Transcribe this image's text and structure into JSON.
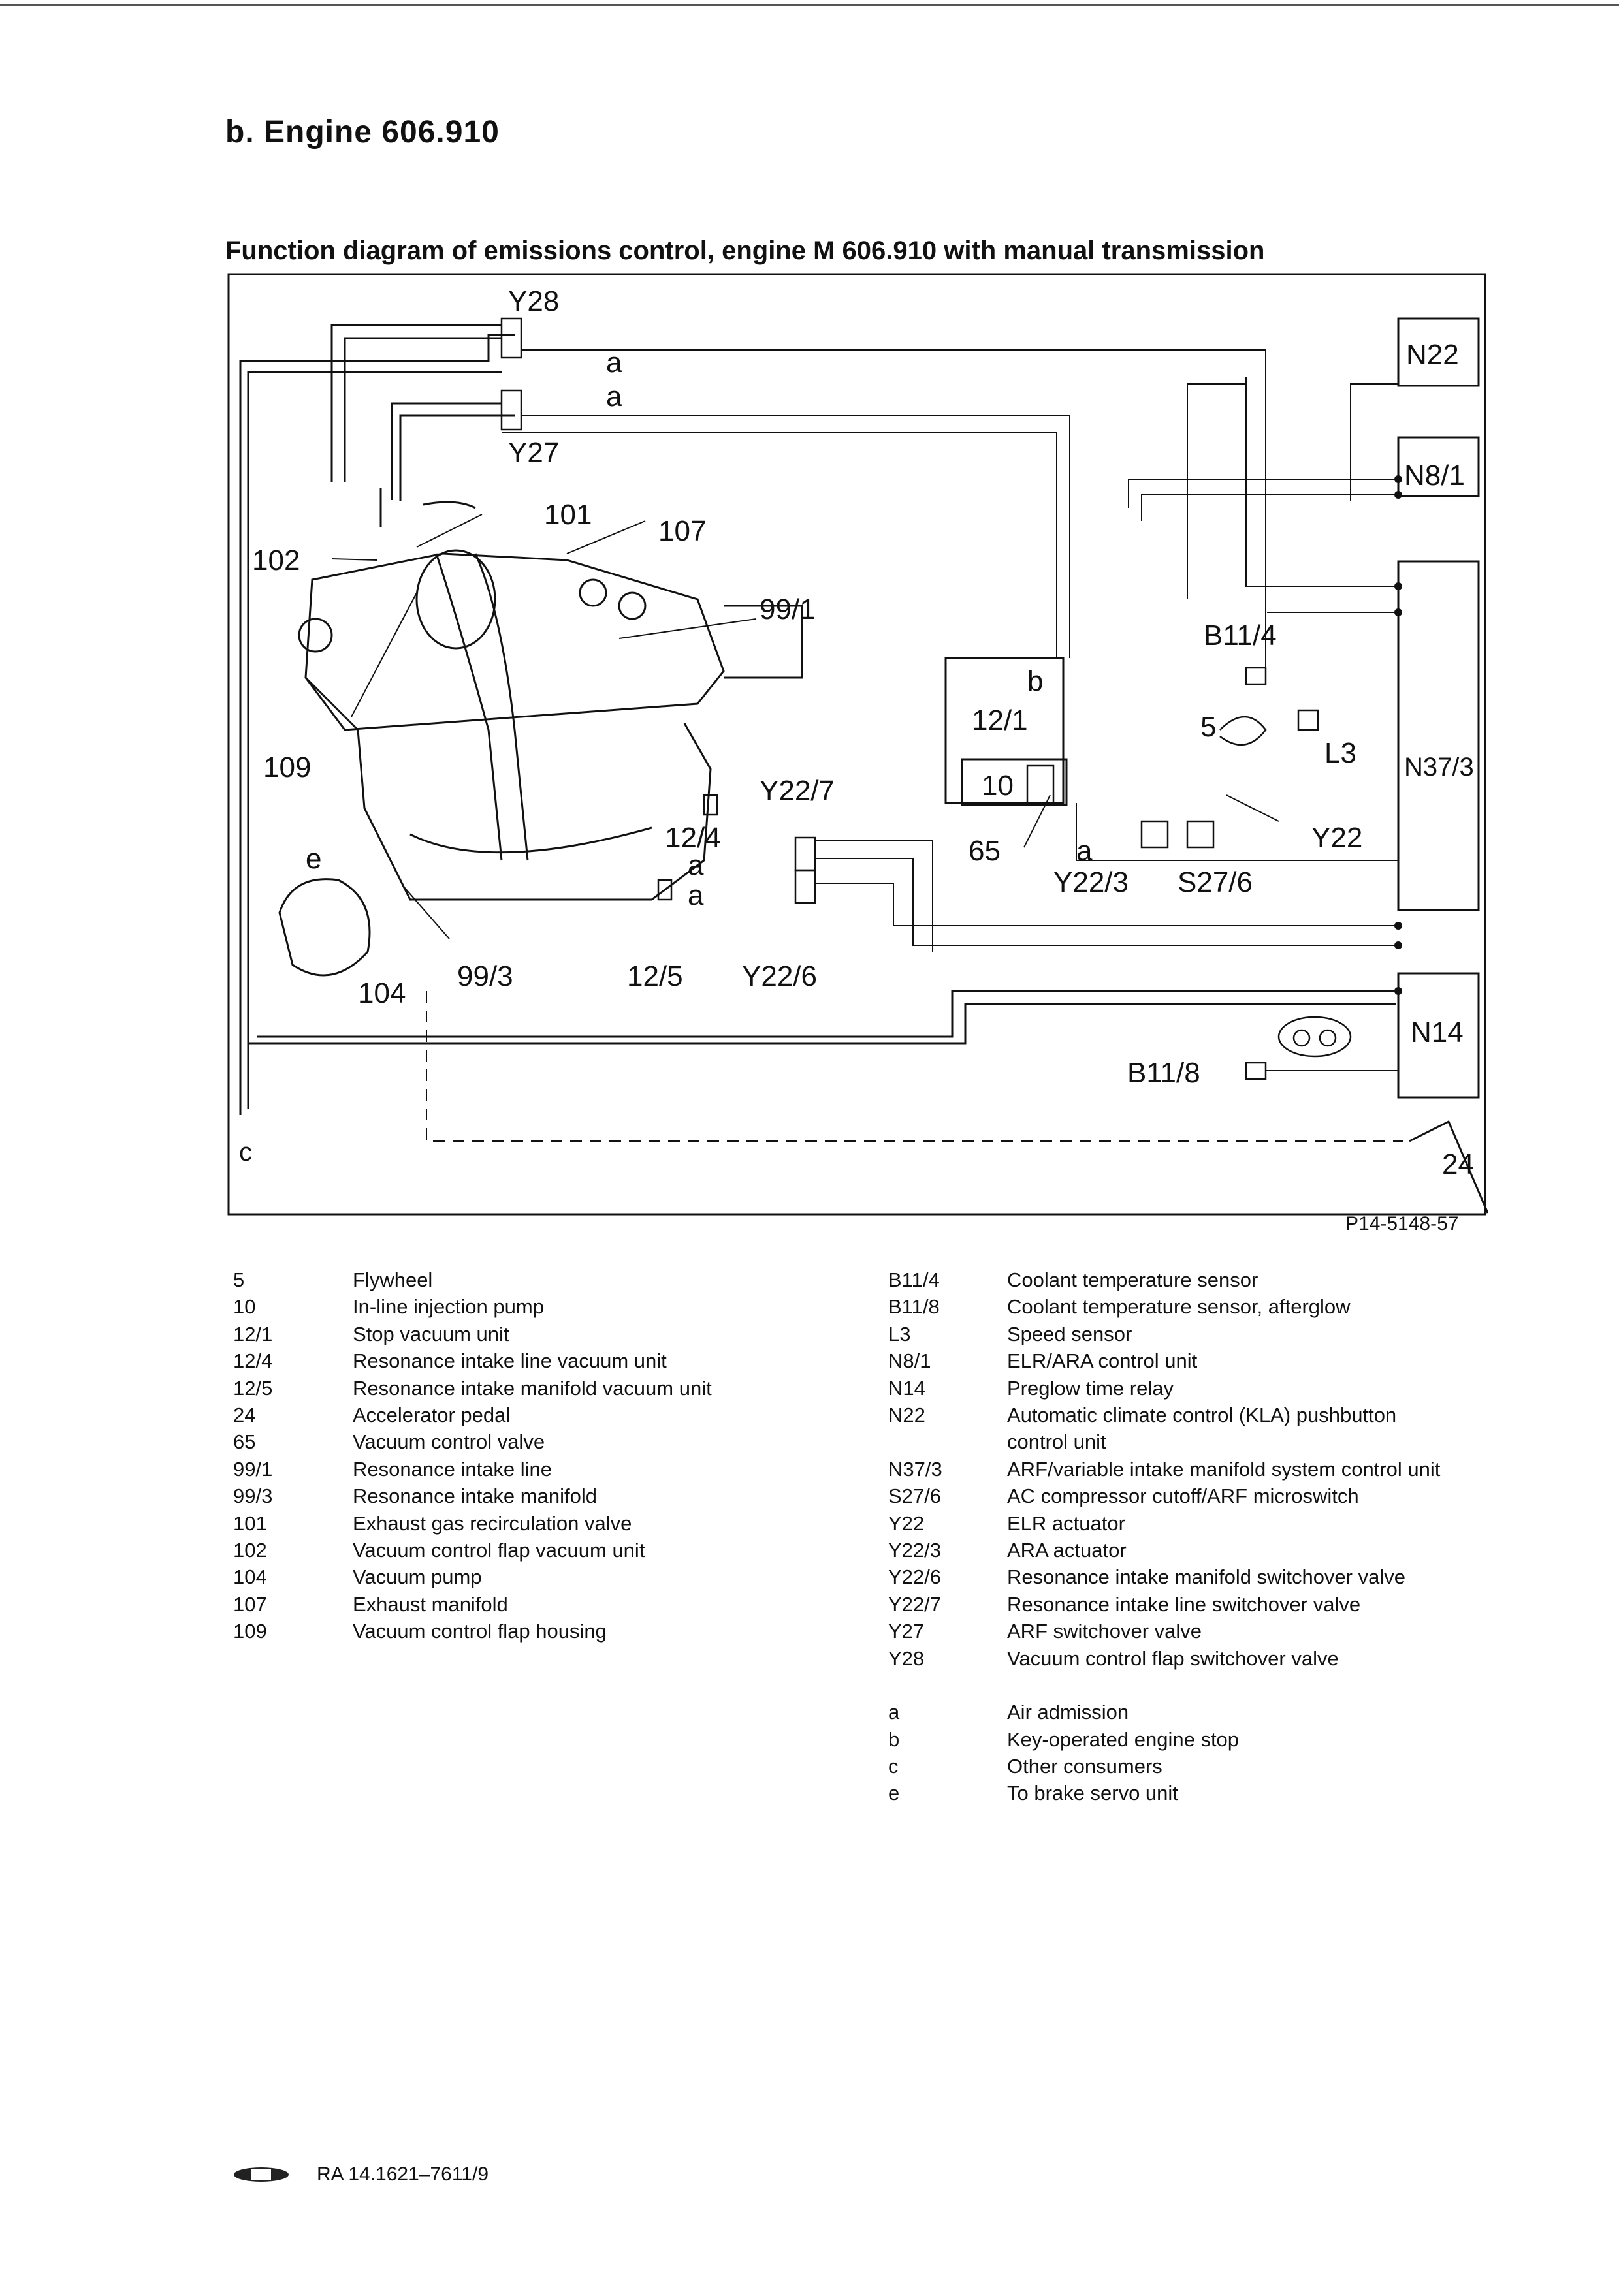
{
  "section_heading": "b.  Engine 606.910",
  "diagram_title": "Function diagram of emissions control, engine M 606.910 with manual transmission",
  "figure_ref": "P14-5148-57",
  "diagram_labels": {
    "y28": "Y28",
    "y27": "Y27",
    "a1": "a",
    "a2": "a",
    "a3": "a",
    "a4": "a",
    "a5": "a",
    "l101": "101",
    "l107": "107",
    "l102": "102",
    "l99_1": "99/1",
    "l109": "109",
    "l12_4": "12/4",
    "l12_5": "12/5",
    "l99_3": "99/3",
    "l104": "104",
    "y22_7": "Y22/7",
    "y22_6": "Y22/6",
    "b": "b",
    "l12_1": "12/1",
    "l10": "10",
    "l65": "65",
    "y22_3": "Y22/3",
    "s27_6": "S27/6",
    "y22": "Y22",
    "b11_4": "B11/4",
    "l5": "5",
    "l3": "L3",
    "b11_8": "B11/8",
    "n22": "N22",
    "n8_1": "N8/1",
    "n37_3": "N37/3",
    "n14": "N14",
    "c": "c",
    "e": "e",
    "l24": "24"
  },
  "legend_left": [
    {
      "key": "5",
      "value": "Flywheel"
    },
    {
      "key": "10",
      "value": "In-line injection pump"
    },
    {
      "key": "12/1",
      "value": "Stop vacuum unit"
    },
    {
      "key": "12/4",
      "value": "Resonance intake line vacuum unit"
    },
    {
      "key": "12/5",
      "value": "Resonance intake manifold vacuum unit"
    },
    {
      "key": "24",
      "value": "Accelerator pedal"
    },
    {
      "key": "65",
      "value": "Vacuum control valve"
    },
    {
      "key": "99/1",
      "value": "Resonance intake line"
    },
    {
      "key": "99/3",
      "value": "Resonance intake manifold"
    },
    {
      "key": "101",
      "value": "Exhaust gas recirculation valve"
    },
    {
      "key": "102",
      "value": "Vacuum control flap vacuum unit"
    },
    {
      "key": "104",
      "value": "Vacuum pump"
    },
    {
      "key": "107",
      "value": "Exhaust manifold"
    },
    {
      "key": "109",
      "value": "Vacuum control flap housing"
    }
  ],
  "legend_right": [
    {
      "key": "B11/4",
      "value": "Coolant temperature sensor"
    },
    {
      "key": "B11/8",
      "value": "Coolant temperature sensor, afterglow"
    },
    {
      "key": "L3",
      "value": "Speed sensor"
    },
    {
      "key": "N8/1",
      "value": "ELR/ARA control unit"
    },
    {
      "key": "N14",
      "value": "Preglow time relay"
    },
    {
      "key": "N22",
      "value": "Automatic climate control (KLA) pushbutton"
    },
    {
      "key": "",
      "value": "control unit"
    },
    {
      "key": "N37/3",
      "value": "ARF/variable intake manifold system control unit"
    },
    {
      "key": "S27/6",
      "value": "AC compressor cutoff/ARF microswitch"
    },
    {
      "key": "Y22",
      "value": "ELR actuator"
    },
    {
      "key": "Y22/3",
      "value": "ARA actuator"
    },
    {
      "key": "Y22/6",
      "value": "Resonance intake manifold switchover valve"
    },
    {
      "key": "Y22/7",
      "value": "Resonance intake line switchover valve"
    },
    {
      "key": "Y27",
      "value": "ARF switchover valve"
    },
    {
      "key": "Y28",
      "value": "Vacuum control flap switchover valve"
    }
  ],
  "legend_right_extra": [
    {
      "key": "a",
      "value": "Air admission"
    },
    {
      "key": "b",
      "value": "Key-operated engine stop"
    },
    {
      "key": "c",
      "value": "Other consumers"
    },
    {
      "key": "e",
      "value": "To brake servo unit"
    }
  ],
  "footer_code": "RA 14.1621–7611/9",
  "icons": {
    "logo": "publisher-logo-icon"
  }
}
